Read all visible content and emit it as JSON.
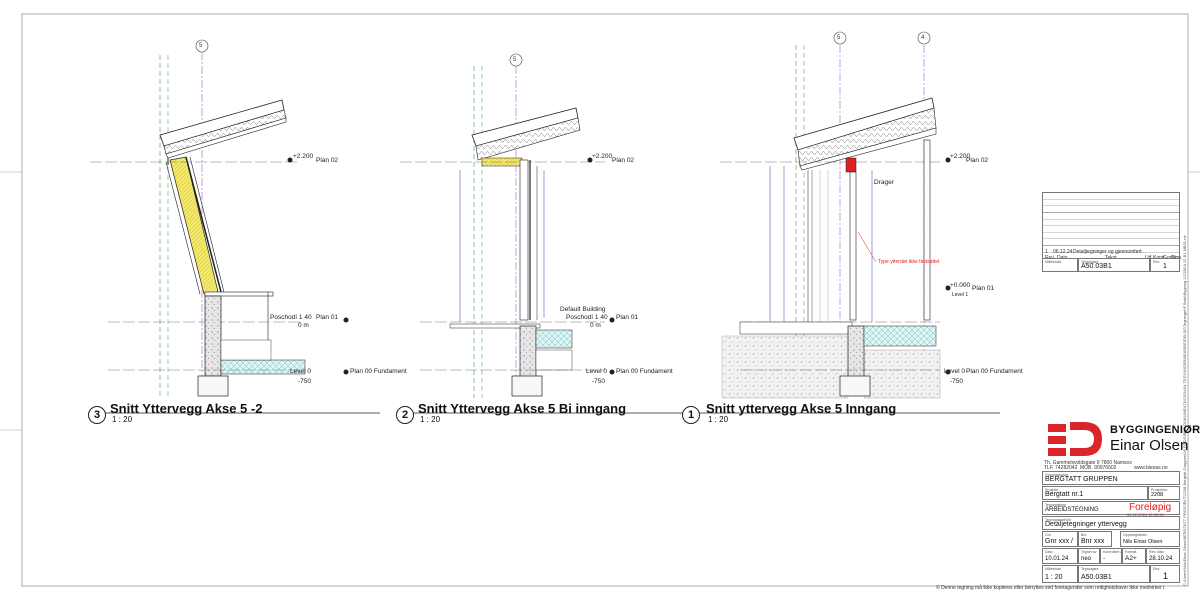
{
  "sections": [
    {
      "number": "3",
      "title": "Snitt Yttervegg Akse 5 -2",
      "scale": "1 : 20",
      "grid": "5",
      "levels": [
        {
          "elev": "+2.200",
          "name": "Plan 02"
        },
        {
          "elev": "Poschodí 1 40",
          "name": "Plan 01",
          "sub": "0 m"
        },
        {
          "elev": "Level 0",
          "name": "Plan 00 Fundament",
          "sub": "-750"
        }
      ]
    },
    {
      "number": "2",
      "title": "Snitt Yttervegg Akse 5 Bi inngang",
      "scale": "1 : 20",
      "grid": "5",
      "levels": [
        {
          "elev": "+2.200",
          "name": "Plan 02"
        },
        {
          "elev": "Poschodí 1 40",
          "name": "Plan 01",
          "sub": "0 m",
          "above": "Default Building"
        },
        {
          "elev": "Level 0",
          "name": "Plan 00 Fundament",
          "sub": "-750"
        }
      ]
    },
    {
      "number": "1",
      "title": "Snitt yttervegg Akse 5 Inngang",
      "scale": "1 : 20",
      "grids": [
        "5",
        "4"
      ],
      "annotations": [
        "Drager",
        "Type ytterdør ikke fastsattet"
      ],
      "levels": [
        {
          "elev": "+2.200",
          "name": "Plan 02"
        },
        {
          "elev": "+0.000",
          "name": "Plan 01",
          "sub": "Level 1"
        },
        {
          "elev": "Level 0",
          "name": "Plan 00 Fundament",
          "sub": "-750"
        }
      ]
    }
  ],
  "revision_table": {
    "row": {
      "rev": "1",
      "date": "06.12.24",
      "desc": "Detaljtegninger og gjennomført"
    },
    "headers": [
      "Rev.",
      "Dato",
      "Tekst",
      "Utf.",
      "Kontr.",
      "Godkj.",
      "Sign."
    ],
    "caption_left": "Målestokk",
    "caption_mid": "Tegningsnr.",
    "caption_right": "Rev.",
    "drawing_no": "A50.03B1",
    "rev_value": "1"
  },
  "logo": {
    "line1": "BYGGINGENIØR",
    "line2": "Einar Olsen"
  },
  "company": {
    "address": "Th. Gammelsvoldsgate 9 7800 Namsos",
    "phone": "TLF. 74282042",
    "mobile": "MOB. 90976602",
    "web": "www.bieoas.no"
  },
  "title_block": {
    "client_cap": "Oppdragsgiver",
    "client": "BERGTATT GRUPPEN",
    "project_cap": "Prosjekt",
    "project": "Bergtatt nr.1",
    "projno_cap": "Prosjektnr.",
    "projno": "2208",
    "type_cap": "Tegningstype",
    "type": "ARBEIDSTEGNING",
    "status": "Foreløpig",
    "status_time": "06.12.2024 12:40:34",
    "content_cap": "Tegningsinnhold",
    "content": "Detaljetegninger yttervegg",
    "gnr_cap": "Gnr",
    "gnr": "Gnr xxx /",
    "bnr_cap": "Bnr",
    "bnr": "Bnr xxx",
    "designer_cap": "Oppdragsleder",
    "designer": "Nils Einar Olsen",
    "date_cap": "Dato",
    "date": "10.01.24",
    "drawn_cap": "Tegnet av",
    "drawn": "neo",
    "checked_cap": "Kontrollert av",
    "checked": "-",
    "format_cap": "Format",
    "format": "A2+",
    "revdate_cap": "Rev. dato",
    "revdate": "28.10.24",
    "scale_cap": "Målestokk",
    "scale": "1 : 20",
    "drawno_cap": "Tegningsnr.",
    "drawno": "A50.03B1",
    "rev_cap": "Rev.",
    "rev": "1"
  },
  "copyright": "© Denne tegning må ikke kopieres eller benyttes ved foretagender som rettighetshaver ikke medvirker i.",
  "file_path": "C:\\Users\\Nils\\Einar Olsen\\BERGTATT PROSJEKT\\2208 Bergtatt Gruppen\\06 PROSJEKT DOKUMENTASJON\\04 TEGNINGER\\BEARBEIDELSE\\Tegninger\\F.Sekk\\Bygning 1\\2208 A 12 B1 MB01.rvt",
  "colors": {
    "red": "#e02020",
    "insulation": "#f3e86a",
    "cyan": "#7fd6d6",
    "purple": "#9a5fc6",
    "green": "#3ca04a"
  }
}
